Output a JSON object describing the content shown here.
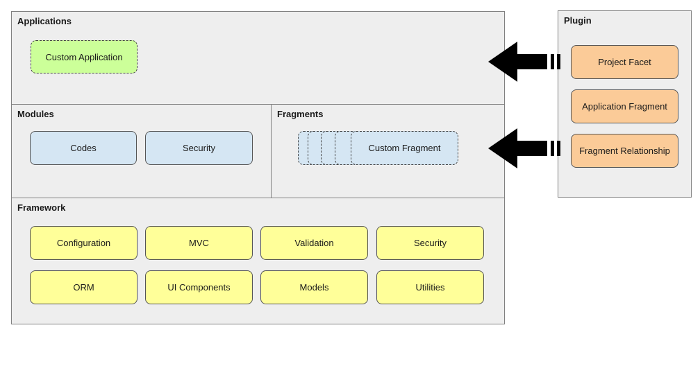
{
  "applications": {
    "title": "Applications",
    "custom_application": "Custom Application"
  },
  "modules": {
    "title": "Modules",
    "items": [
      "Codes",
      "Security"
    ]
  },
  "fragments": {
    "title": "Fragments",
    "custom_fragment": "Custom Fragment"
  },
  "framework": {
    "title": "Framework",
    "items": [
      "Configuration",
      "MVC",
      "Validation",
      "Security",
      "ORM",
      "UI Components",
      "Models",
      "Utilities"
    ]
  },
  "plugin": {
    "title": "Plugin",
    "items": [
      "Project Facet",
      "Application Fragment",
      "Fragment Relationship"
    ]
  },
  "colors": {
    "panel": "#eeeeee",
    "framework_item": "#ffff99",
    "module_item": "#d5e6f3",
    "plugin_item": "#fbcb98",
    "application_item": "#ccff99",
    "arrow": "#000000"
  }
}
